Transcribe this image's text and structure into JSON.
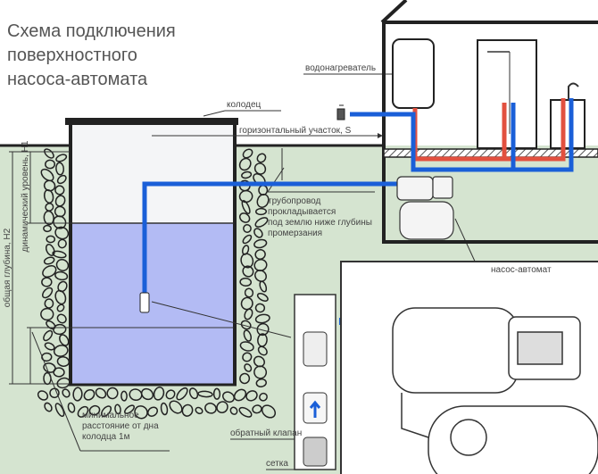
{
  "title": [
    "Схема подключения",
    "поверхностного",
    "насоса-автомата"
  ],
  "labels": {
    "well": "колодец",
    "water_heater": "водонагреватель",
    "horizontal_section": "горизонтальный участок, S",
    "pipeline": [
      "трубопровод",
      "прокладывается",
      "под землю ниже глубины",
      "промерзания"
    ],
    "pump": "насос-автомат",
    "total_depth": "общая глубина, H2",
    "dynamic_level": "динамический уровень, H1",
    "min_distance": [
      "минимальное",
      "расстояние от дна",
      "колодца 1м"
    ],
    "check_valve": "обратный клапан",
    "mesh": "сетка"
  },
  "colors": {
    "ground": "#d5e4d0",
    "water": "#b3bbf4",
    "cold_pipe": "#1a5fd8",
    "hot_pipe": "#e2503f"
  }
}
